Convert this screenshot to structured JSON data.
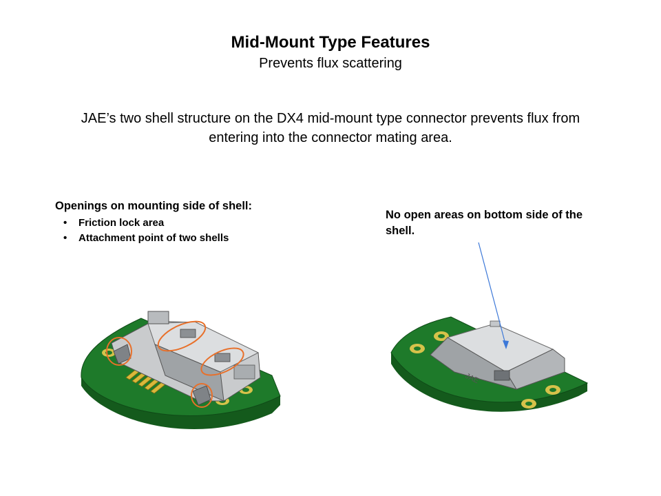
{
  "slide": {
    "title": "Mid-Mount Type Features",
    "subtitle": "Prevents flux scattering",
    "description": "JAE’s two shell structure on the DX4 mid-mount type connector prevents flux from entering into the connector mating area."
  },
  "left_figure": {
    "heading": "Openings on mounting side of shell:",
    "bullets": [
      "Friction lock area",
      "Attachment point of two shells"
    ]
  },
  "right_figure": {
    "caption": "No open areas on bottom side of the shell.",
    "shell_marking": "JAE"
  },
  "colors": {
    "pcb_green": "#1e7a2a",
    "pcb_edge": "#145a1c",
    "highlight_orange": "#e8702a",
    "arrow_blue": "#3c78d8",
    "pad_gold": "#d6c24a",
    "shell_gray": "#c9cbcd"
  }
}
